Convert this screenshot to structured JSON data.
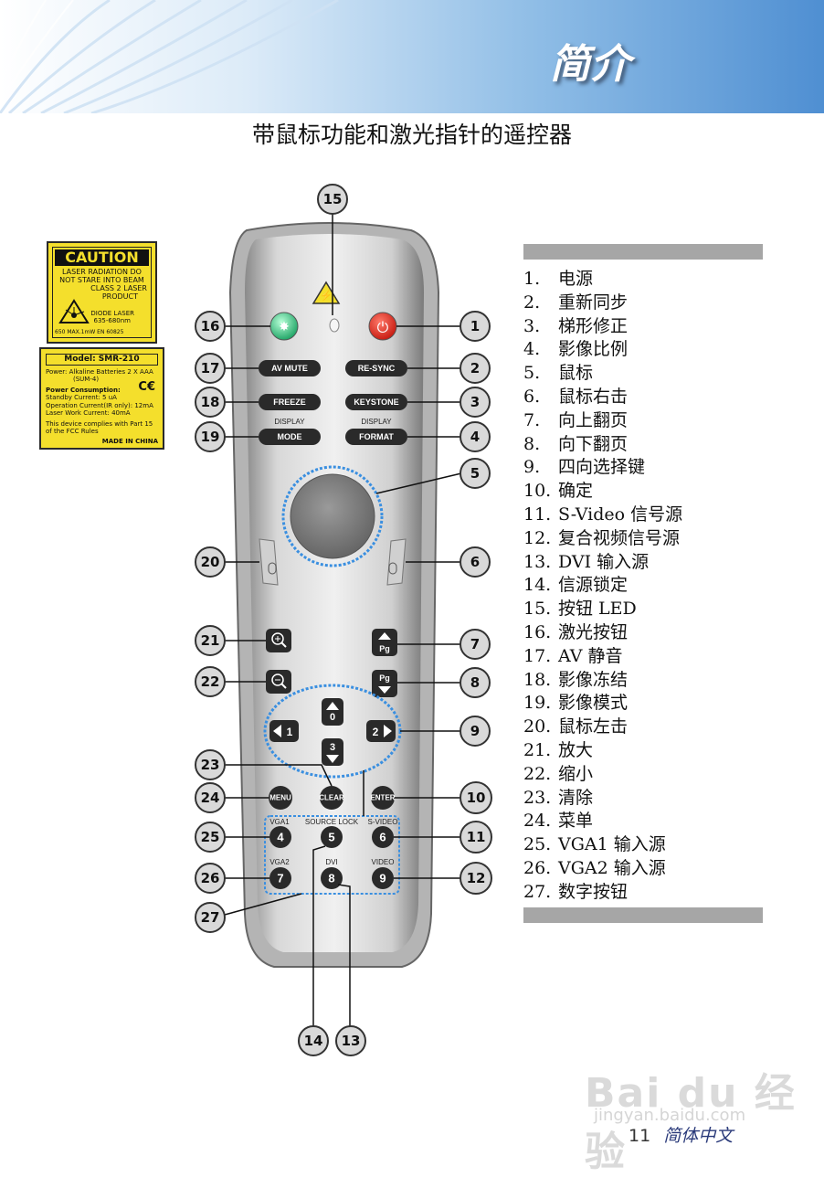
{
  "header": {
    "title": "简介"
  },
  "page_title": "带鼠标功能和激光指针的遥控器",
  "caution_label": {
    "heading": "CAUTION",
    "lines": [
      "LASER RADIATION DO",
      "NOT STARE INTO BEAM",
      "CLASS 2 LASER",
      "PRODUCT"
    ],
    "laser_lines": [
      "DIODE LASER",
      "635-680nm"
    ],
    "bottom": "650     MAX.1mW  EN 60825"
  },
  "model_label": {
    "model": "Model: SMR-210",
    "power": "Power: Alkaline Batteries 2 X AAA",
    "sum": "(SUM-4)",
    "consumption": "Power Consumption:",
    "standby": "Standby Current: 5 uA",
    "operation": "Operation Current(IR only): 12mA",
    "laser_work": "Laser Work Current: 40mA",
    "comply": "This device complies with Part 15 of the FCC Rules",
    "made_in": "MADE IN CHINA"
  },
  "remote": {
    "buttons": {
      "av_mute": "AV MUTE",
      "re_sync": "RE-SYNC",
      "freeze": "FREEZE",
      "keystone": "KEYSTONE",
      "display_left": "DISPLAY",
      "display_right": "DISPLAY",
      "mode": "MODE",
      "format": "FORMAT",
      "menu": "MENU",
      "clear": "CLEAR",
      "enter": "ENTER",
      "pg_up": "Pg",
      "pg_down": "Pg",
      "up_num": "0",
      "left_num": "1",
      "right_num": "2",
      "down_num": "3",
      "n4": "4",
      "n5": "5",
      "n6": "6",
      "n7": "7",
      "n8": "8",
      "n9": "9",
      "vga1": "VGA1",
      "source_lock": "SOURCE LOCK",
      "s_video": "S-VIDEO",
      "vga2": "VGA2",
      "dvi": "DVI",
      "video": "VIDEO"
    },
    "callouts": [
      "1",
      "2",
      "3",
      "4",
      "5",
      "6",
      "7",
      "8",
      "9",
      "10",
      "11",
      "12",
      "13",
      "14",
      "15",
      "16",
      "17",
      "18",
      "19",
      "20",
      "21",
      "22",
      "23",
      "24",
      "25",
      "26",
      "27"
    ]
  },
  "legend": [
    {
      "num": "1.",
      "text": "电源"
    },
    {
      "num": "2.",
      "text": "重新同步"
    },
    {
      "num": "3.",
      "text": "梯形修正"
    },
    {
      "num": "4.",
      "text": "影像比例"
    },
    {
      "num": "5.",
      "text": "鼠标"
    },
    {
      "num": "6.",
      "text": "鼠标右击"
    },
    {
      "num": "7.",
      "text": "向上翻页"
    },
    {
      "num": "8.",
      "text": "向下翻页"
    },
    {
      "num": "9.",
      "text": "四向选择键"
    },
    {
      "num": "10.",
      "text": "确定"
    },
    {
      "num": "11.",
      "text": "S-Video 信号源"
    },
    {
      "num": "12.",
      "text": "复合视频信号源"
    },
    {
      "num": "13.",
      "text": "DVI 输入源"
    },
    {
      "num": "14.",
      "text": "信源锁定"
    },
    {
      "num": "15.",
      "text": "按钮 LED"
    },
    {
      "num": "16.",
      "text": "激光按钮"
    },
    {
      "num": "17.",
      "text": "AV 静音"
    },
    {
      "num": "18.",
      "text": "影像冻结"
    },
    {
      "num": "19.",
      "text": "影像模式"
    },
    {
      "num": "20.",
      "text": "鼠标左击"
    },
    {
      "num": "21.",
      "text": "放大"
    },
    {
      "num": "22.",
      "text": "缩小"
    },
    {
      "num": "23.",
      "text": "清除"
    },
    {
      "num": "24.",
      "text": "菜单"
    },
    {
      "num": "25.",
      "text": "VGA1 输入源"
    },
    {
      "num": "26.",
      "text": "VGA2 输入源"
    },
    {
      "num": "27.",
      "text": "数字按钮"
    }
  ],
  "footer": {
    "page": "11",
    "lang": "简体中文"
  },
  "watermark": {
    "brand": "Bai du 经验",
    "url": "jingyan.baidu.com"
  }
}
